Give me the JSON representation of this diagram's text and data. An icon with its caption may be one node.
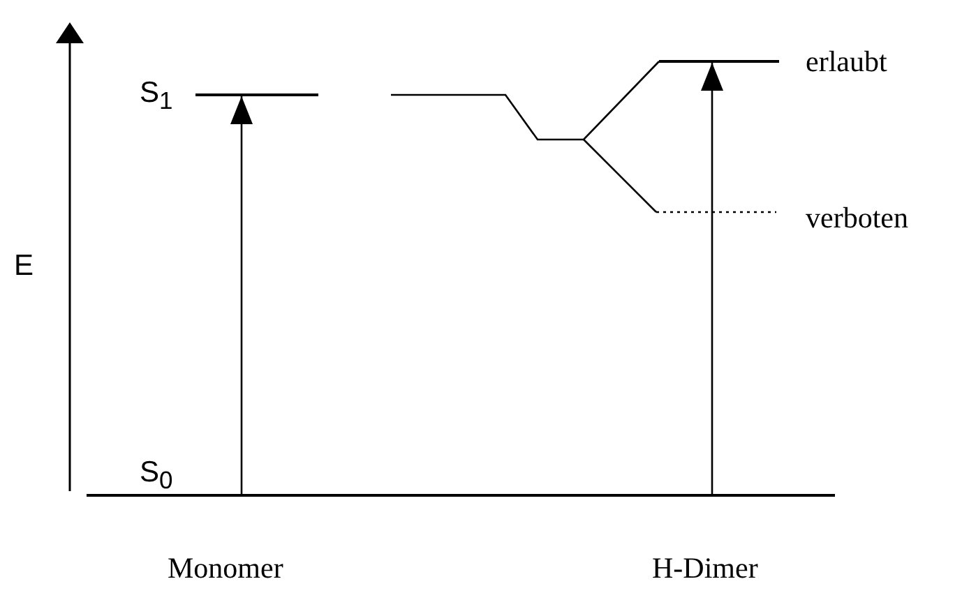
{
  "diagram": {
    "nodes": [
      {
        "text": [],
        "shape": "bar"
      },
      {
        "text": [],
        "shape": "bar"
      },
      {
        "text": [],
        "shape": "bar"
      }
    ],
    "edges": [
      {
        "from": 2,
        "to": 0,
        "arrow": "to"
      },
      {
        "from": 2,
        "to": 1,
        "arrow": "to"
      }
    ],
    "labels": [
      "E",
      "S$_{1}$",
      "S$_{0}$",
      "erlaubt",
      "verboten",
      "Monomer",
      "H-Dimer"
    ]
  }
}
